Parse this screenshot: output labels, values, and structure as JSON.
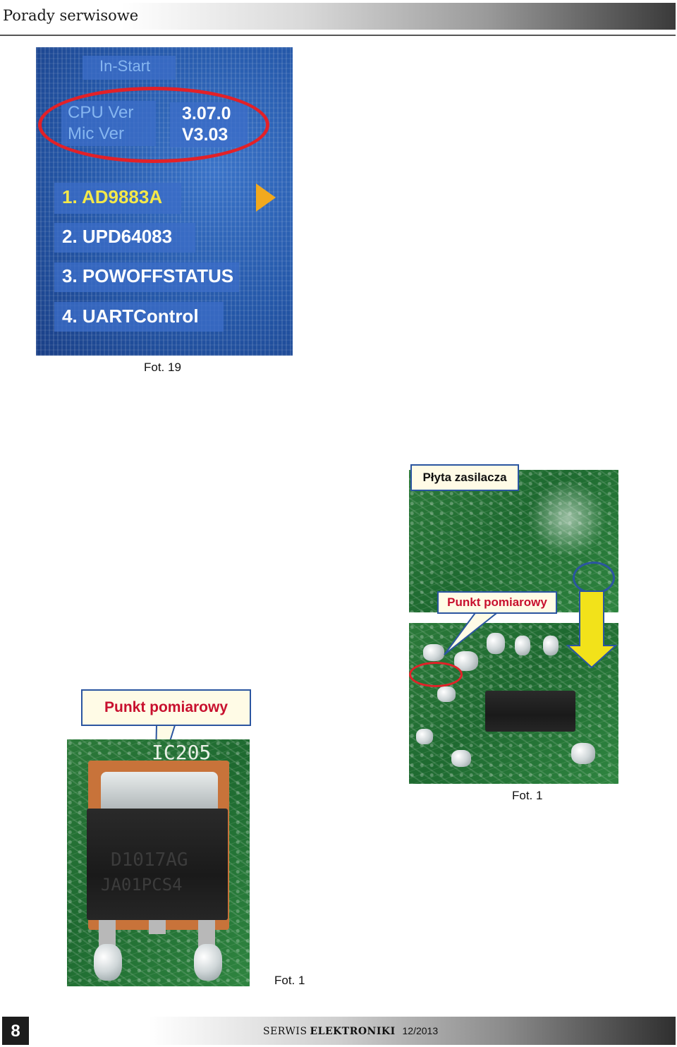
{
  "header": {
    "title": "Porady serwisowe"
  },
  "photo19": {
    "menu_header": "In-Start",
    "cpu_label": "CPU Ver",
    "mic_label": "Mic Ver",
    "cpu_value": "3.07.0",
    "mic_value": "V3.03",
    "items": [
      "1. AD9883A",
      "2. UPD64083",
      "3. POWOFFSTATUS",
      "4. UARTControl"
    ],
    "caption": "Fot. 19",
    "colors": {
      "highlight_ellipse": "#e22128",
      "menu_text": "#f3e84a",
      "arrow": "#f2a91e"
    }
  },
  "photo_left": {
    "label": "Punkt pomiarowy",
    "silkscreen": "IC205",
    "chip_marking": [
      "D1017AG",
      "JA01PCS4"
    ],
    "caption": "Fot. 1"
  },
  "photo_right": {
    "top_label": "Płyta zasilacza",
    "bottom_label": "Punkt pomiarowy",
    "caption": "Fot. 1",
    "colors": {
      "arrow": "#f2e21a",
      "marker_ring_blue": "#2b55a0",
      "marker_ring_red": "#e22128"
    }
  },
  "footer": {
    "page_number": "8",
    "brand_part1": "SERWIS",
    "brand_part2": "ELEKTRONIKI",
    "issue": "12/2013"
  }
}
